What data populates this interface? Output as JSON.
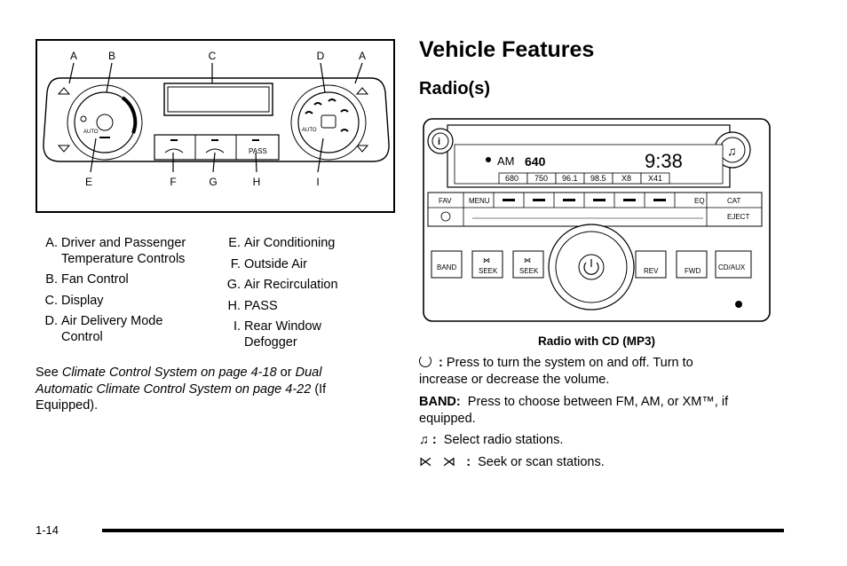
{
  "climate_figure": {
    "top_labels": [
      "A",
      "B",
      "C",
      "D",
      "A"
    ],
    "bottom_labels": [
      "E",
      "F",
      "G",
      "H",
      "I"
    ],
    "auto_label": "AUTO",
    "pass_label": "PASS"
  },
  "legend_left": [
    {
      "key": "A.",
      "text": "Driver and Passenger Temperature Controls"
    },
    {
      "key": "B.",
      "text": "Fan Control"
    },
    {
      "key": "C.",
      "text": "Display"
    },
    {
      "key": "D.",
      "text": "Air Delivery Mode Control"
    }
  ],
  "legend_right": [
    {
      "key": "E.",
      "text": "Air Conditioning"
    },
    {
      "key": "F.",
      "text": "Outside Air"
    },
    {
      "key": "G.",
      "text": "Air Recirculation"
    },
    {
      "key": "H.",
      "text": "PASS"
    },
    {
      "key": "I.",
      "text": "Rear Window Defogger"
    }
  ],
  "see_text": {
    "pre": "See ",
    "ref1": "Climate Control System on page 4-18",
    "mid": " or ",
    "ref2": "Dual Automatic Climate Control System on page 4-22",
    "post": " (If Equipped)."
  },
  "heading": "Vehicle Features",
  "subheading": "Radio(s)",
  "radio": {
    "band": "AM",
    "frequency": "640",
    "clock": "9:38",
    "presets": [
      "680",
      "750",
      "96.1",
      "98.5",
      "X8",
      "X41"
    ],
    "buttons": {
      "fav": "FAV",
      "menu": "MENU",
      "eq": "EQ",
      "cat": "CAT",
      "eject": "EJECT",
      "band": "BAND",
      "seek_back": "SEEK",
      "seek_fwd": "SEEK",
      "rev": "REV",
      "fwd": "FWD",
      "cd_aux": "CD/AUX"
    }
  },
  "caption": "Radio with CD (MP3)",
  "descriptions": {
    "power": "Press to turn the system on and off. Turn to increase or decrease the volume.",
    "band_label": "BAND:",
    "band_text": "Press to choose between FM, AM, or XM™, if equipped.",
    "note_text": "Select radio stations.",
    "seek_text": "Seek or scan stations."
  },
  "page_number": "1-14"
}
